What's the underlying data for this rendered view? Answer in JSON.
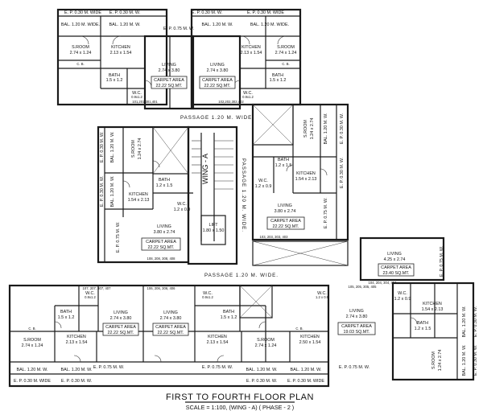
{
  "title": "FIRST TO FOURTH FLOOR PLAN",
  "subtitle": "SCALE = 1:100, (WING - A)   ( PHASE - 2 )",
  "wing_label": "WING - A",
  "passages": {
    "top": "PASSAGE 1.20 M. WIDE.",
    "vertical": "PASSAGE 1.20 M. WIDE.",
    "bottom": "PASSAGE 1.20 M. WIDE."
  },
  "lift": {
    "name": "LIFT",
    "size": "1.80 x 1.50"
  },
  "flat_numbers": {
    "top_left": "101,201,301,401",
    "top_right": "102,202,302,402",
    "mid_right": "103, 203, 303, 403",
    "mid_left": "108, 208, 308, 408",
    "bottom_left": "107, 207, 307, 407",
    "bottom_mid": "106, 206, 306, 406",
    "bottom_right": "105, 205, 305, 405",
    "right": "104, 204, 304, 404"
  },
  "rooms": {
    "sroom_a": "S.ROOM",
    "sroom_a_dim": "2.74 x 1.24",
    "kitchen_a": "KITCHEN",
    "kitchen_a_dim": "2.13 x 1.54",
    "living_a": "LIVING",
    "living_a_dim": "2.74 x 3.80",
    "carpet_a": "CARPET AREA",
    "carpet_a_val": "22.22 SQ.MT.",
    "bath_a": "BATH",
    "bath_a_dim": "1.5 x 1.2",
    "wc_a": "W.C.",
    "wc_a_dim": "0.9x1.2",
    "bal_a": "BAL. 1.20 M. WIDE.",
    "ep_a": "E. P. 0.75 M. W.",
    "epw_a": "E. P. 0.30 M. WIDE",
    "bal_b": "BAL. 1.20 M. W.",
    "ep_b": "E. P. 0.30 M. W.",
    "cb": "C. B.",
    "sroom_m": "S.ROOM",
    "sroom_m_dim": "1.24 x 2.74",
    "kitchen_m": "KITCHEN",
    "kitchen_m_dim": "1.54 x 2.13",
    "bath_m": "BATH",
    "bath_m_dim": "1.2 x 1.5",
    "wc_m": "W.C.",
    "wc_m_dim": "1.2 x 0.9",
    "living_m": "LIVING",
    "living_m_dim": "3.80 x 2.74",
    "carpet_m": "CARPET AREA",
    "carpet_m_val": "22.22 SQ.MT.",
    "living_r": "LIVING",
    "living_r_dim": "4.25 x 2.74",
    "carpet_r": "CARPET AREA",
    "carpet_r_val": "23.40 SQ.MT.",
    "kitchen_r": "KITCHEN",
    "kitchen_r_dim": "1.54 x 2.13",
    "bath_r": "BATH",
    "bath_r_dim": "1.2 x 1.5",
    "wc_r": "W.C.",
    "wc_r_dim": "1.2 x 0.9",
    "sroom_r": "S.ROOM",
    "sroom_r_dim": "1.24 x 2.74",
    "kitchen_b": "KITCHEN",
    "kitchen_b_dim": "2.50 x 1.54",
    "living_b": "LIVING",
    "living_b_dim": "2.74 x 3.80",
    "carpet_b": "CARPET AREA",
    "carpet_b_val": "19.03 SQ.MT.",
    "wc_b": "W.C.",
    "wc_b_dim": "0.9x1.2"
  }
}
